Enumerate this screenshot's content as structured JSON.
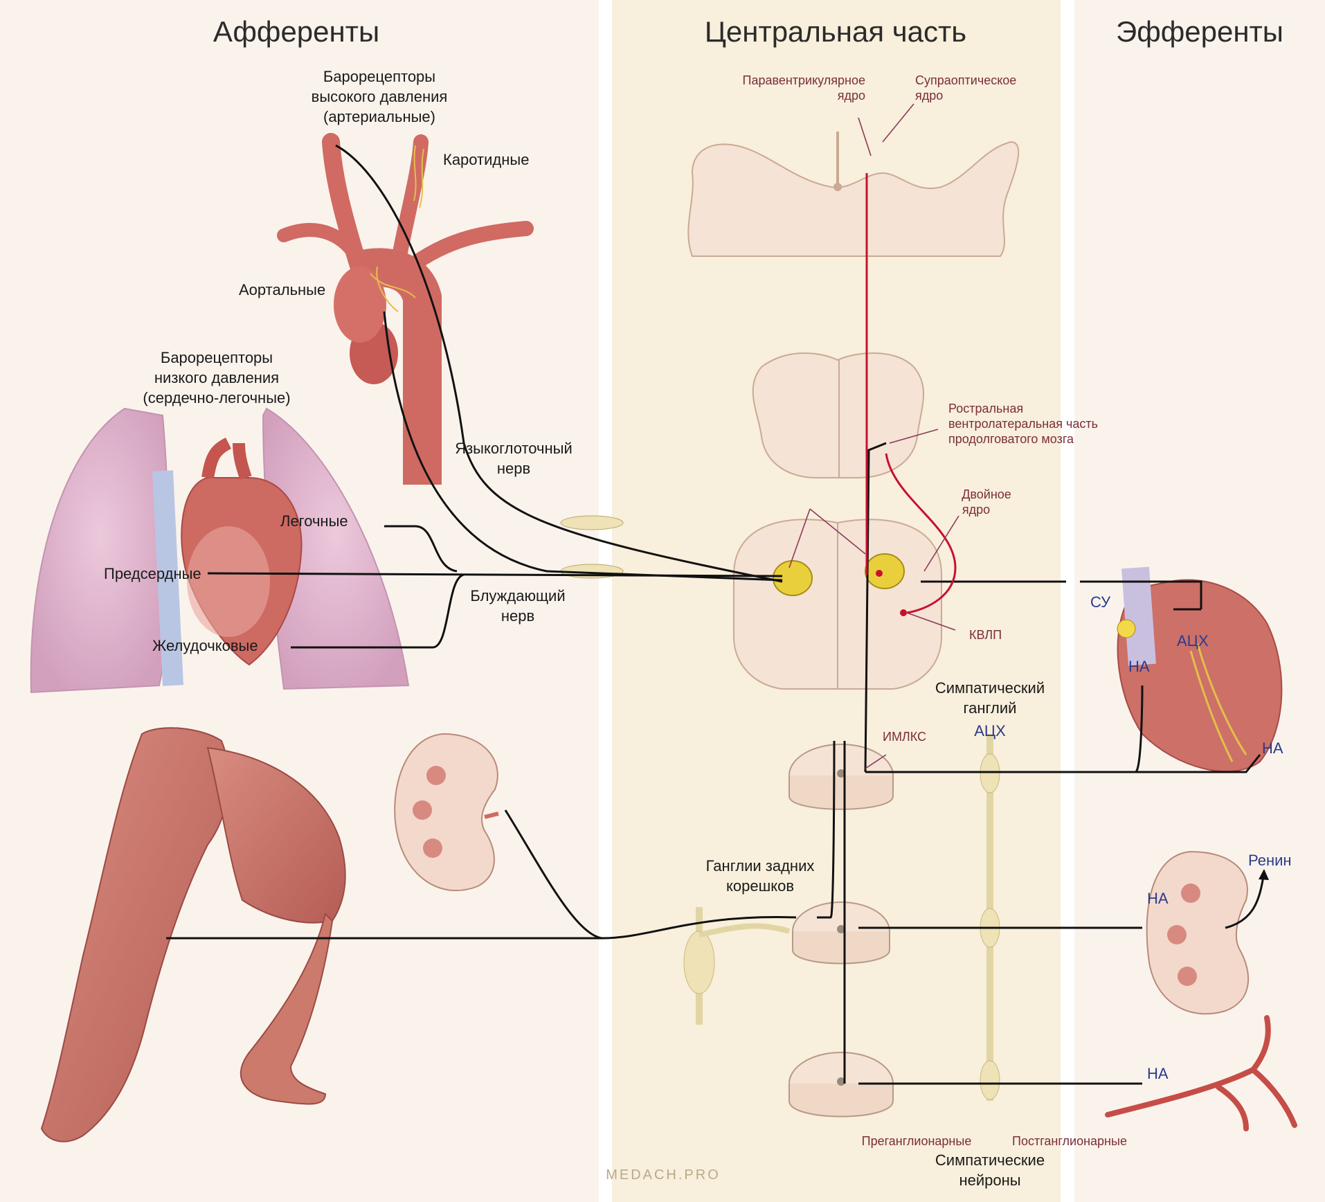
{
  "headers": {
    "afferents": "Афференты",
    "central": "Центральная часть",
    "efferents": "Эфференты"
  },
  "labels": {
    "baro_high": [
      "Барорецепторы",
      "высокого давления",
      "(артериальные)"
    ],
    "carotid": "Каротидные",
    "aortic": "Аортальные",
    "baro_low": [
      "Барорецепторы",
      "низкого давления",
      "(сердечно-легочные)"
    ],
    "pulmonary": "Легочные",
    "atrial": "Предсердные",
    "ventricular": "Желудочковые",
    "glossopharyngeal": [
      "Языкоглоточный",
      "нерв"
    ],
    "vagus": [
      "Блуждающий",
      "нерв"
    ],
    "paraventricular": [
      "Паравентрикулярное",
      "ядро"
    ],
    "supraoptic": [
      "Супраоптическое",
      "ядро"
    ],
    "rvlm": [
      "Ростральная",
      "вентролатеральная часть",
      "продолговатого мозга"
    ],
    "ambiguus": [
      "Двойное",
      "ядро"
    ],
    "cvlm": "КВЛП",
    "symp_ganglion": [
      "Симпатический",
      "ганглий"
    ],
    "imlcs": "ИМЛКС",
    "ach_center": "АЦХ",
    "drg": [
      "Ганглии задних",
      "корешков"
    ],
    "preganglionic": "Преганглионарные",
    "postganglionic": "Постганглионарные",
    "symp_neurons": [
      "Симпатические",
      "нейроны"
    ],
    "su": "СУ",
    "ach_heart": "АЦХ",
    "na_heart1": "НА",
    "na_heart2": "НА",
    "renin": "Ренин",
    "na_kidney": "НА",
    "na_vessel": "НА",
    "watermark": "MEDACH.PRO"
  },
  "colors": {
    "panel_side": "#faf3ec",
    "panel_center": "#f8efdc",
    "nerve": "#111111",
    "red_path": "#c8102e",
    "nucleus": "#e9cf3c",
    "tissue": "#f5e6d8",
    "muscle": "#c8736a",
    "lung": "#dcb2cc",
    "heart": "#c9635c",
    "ganglion": "#eee2b6"
  },
  "icons": [
    "aorta-arch",
    "lungs",
    "heart",
    "brain-section",
    "medulla-section",
    "spinal-cord-section",
    "kidney",
    "leg-muscles",
    "blood-vessel",
    "sympathetic-chain"
  ]
}
